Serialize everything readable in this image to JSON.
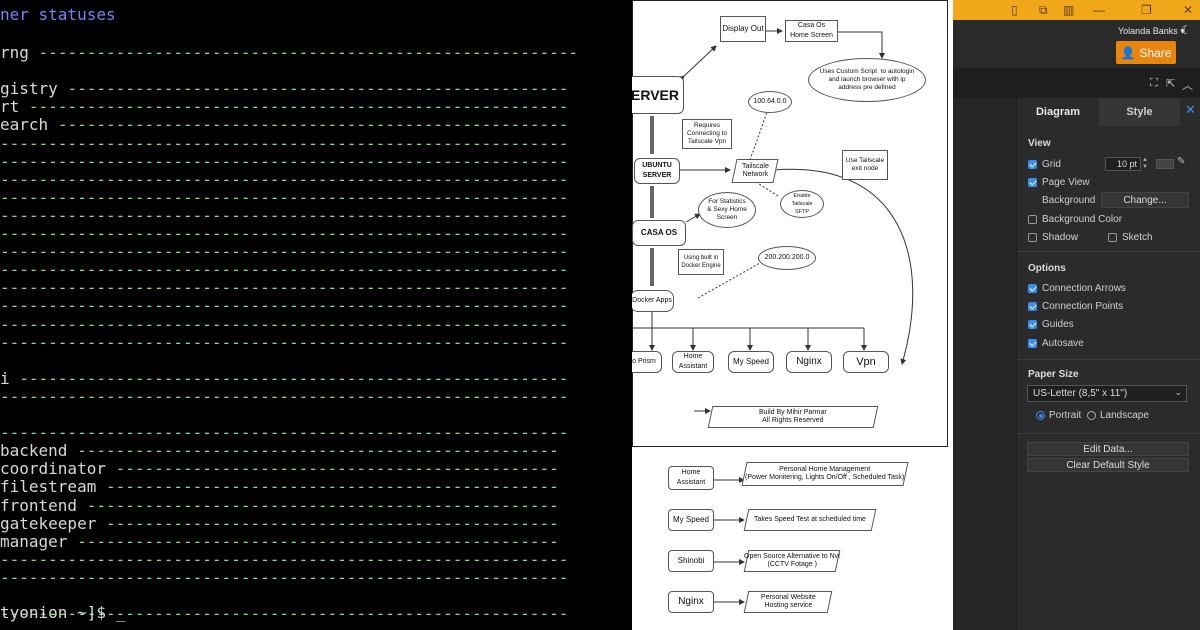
{
  "terminal": {
    "title": "ner statuses",
    "rows": [
      {
        "label": "rng",
        "dashes": "--------------------------------------------------------"
      },
      {
        "label": "",
        "dashes": ""
      },
      {
        "label": "gistry",
        "dashes": "----------------------------------------------------"
      },
      {
        "label": "rt",
        "dashes": "--------------------------------------------------------"
      },
      {
        "label": "earch",
        "dashes": "-----------------------------------------------------"
      },
      {
        "label": "",
        "dashes": "-----------------------------------------------------------"
      },
      {
        "label": "",
        "dashes": "-----------------------------------------------------------"
      },
      {
        "label": "",
        "dashes": "-----------------------------------------------------------"
      },
      {
        "label": "",
        "dashes": "-----------------------------------------------------------"
      },
      {
        "label": "",
        "dashes": "-----------------------------------------------------------"
      },
      {
        "label": "",
        "dashes": "-----------------------------------------------------------"
      },
      {
        "label": "",
        "dashes": "-----------------------------------------------------------"
      },
      {
        "label": "",
        "dashes": "-----------------------------------------------------------"
      },
      {
        "label": "",
        "dashes": "-----------------------------------------------------------"
      },
      {
        "label": "",
        "dashes": "-----------------------------------------------------------"
      },
      {
        "label": "",
        "dashes": "-----------------------------------------------------------"
      },
      {
        "label": "",
        "dashes": "-----------------------------------------------------------"
      },
      {
        "label": "",
        "dashes": ""
      },
      {
        "label": "i",
        "dashes": "---------------------------------------------------------"
      },
      {
        "label": "",
        "dashes": "-----------------------------------------------------------"
      },
      {
        "label": "",
        "dashes": ""
      },
      {
        "label": "",
        "dashes": "-----------------------------------------------------------"
      },
      {
        "label": "backend",
        "dashes": "--------------------------------------------------"
      },
      {
        "label": "coordinator",
        "dashes": "----------------------------------------------"
      },
      {
        "label": "filestream",
        "dashes": "-----------------------------------------------"
      },
      {
        "label": "frontend",
        "dashes": "-------------------------------------------------"
      },
      {
        "label": "gatekeeper",
        "dashes": "-----------------------------------------------"
      },
      {
        "label": "manager",
        "dashes": "--------------------------------------------------"
      },
      {
        "label": "",
        "dashes": "-----------------------------------------------------------"
      },
      {
        "label": "",
        "dashes": "-----------------------------------------------------------"
      },
      {
        "label": "",
        "dashes": ""
      },
      {
        "label": "",
        "dashes": "-----------------------------------------------------------"
      }
    ],
    "prompt": "tyonion ~]$ _"
  },
  "diagram": {
    "server": "ERVER",
    "display_out": "Display Out",
    "casa_home_screen": "Casa Os\nHome Screen",
    "autologin_cloud": "Uses Custom Script  to autologin\nand launch browser with ip\naddress pre defined",
    "ip_cloud_1": "100.64.0.0",
    "requires_vpn": "Requires\nConnecting to\nTailscale Vpn",
    "ubuntu": "UBUNTU\nSERVER",
    "tailscale_network": "Tailscale\nNetwork",
    "exit_node": "Use Tailscale\nexit node",
    "stats_cloud": "For Statistics\n& Sexy Home\nScreen",
    "sftp_cloud": "Enable\nTailscale\nSFTP",
    "casa_os": "CASA OS",
    "docker_engine": "Using built in\nDocker Engine",
    "ip_cloud_2": "200.200.200.0",
    "docker_apps": "Docker Apps",
    "app_prism": "o Prism",
    "app_home_assistant": "Home\nAssistant",
    "app_my_speed": "My Speed",
    "app_nginx": "Nginx",
    "app_vpn": "Vpn",
    "build_by": "Build By Mihir Parmar\nAll Rights Reserved",
    "legend": [
      {
        "name": "Home\nAssistant",
        "desc": "Personal Home Management\n(Power Monitering, Lights On/Off , Scheduled Task)"
      },
      {
        "name": "My Speed",
        "desc": "Takes Speed Test at scheduled time"
      },
      {
        "name": "Shinobi",
        "desc": "Open Source Alternative to Nvr\n(CCTV Fotage )"
      },
      {
        "name": "Nginx",
        "desc": "Personal Website\nHosting service"
      }
    ]
  },
  "app": {
    "user_name": "Yolanda Banks",
    "share_label": "Share",
    "tabs": {
      "diagram": "Diagram",
      "style": "Style"
    },
    "view": {
      "title": "View",
      "grid": "Grid",
      "grid_size": "10 pt",
      "page_view": "Page View",
      "background": "Background",
      "change": "Change...",
      "background_color": "Background Color",
      "shadow": "Shadow",
      "sketch": "Sketch"
    },
    "options": {
      "title": "Options",
      "connection_arrows": "Connection Arrows",
      "connection_points": "Connection Points",
      "guides": "Guides",
      "autosave": "Autosave"
    },
    "paper": {
      "title": "Paper Size",
      "selected": "US-Letter (8,5\" x 11\")",
      "portrait": "Portrait",
      "landscape": "Landscape"
    },
    "edit_data": "Edit Data...",
    "clear_style": "Clear Default Style",
    "colors": {
      "accent": "#f0a719",
      "share": "#e8850f",
      "checkbox": "#3b8cf0"
    }
  }
}
